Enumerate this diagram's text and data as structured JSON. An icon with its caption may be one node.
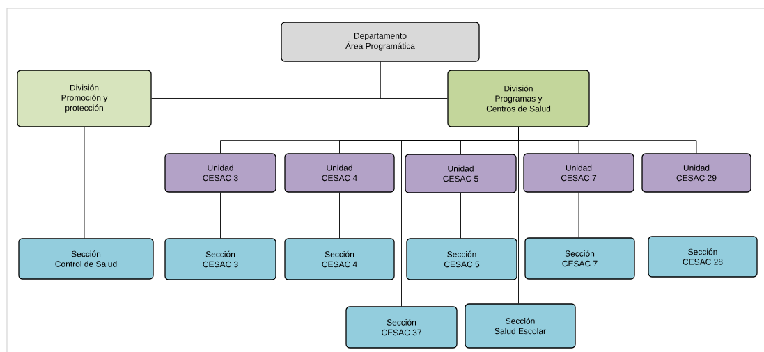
{
  "diagram": {
    "nodes": [
      {
        "text": [
          "Departamento",
          "Área Programática"
        ]
      },
      {
        "text": [
          "División",
          "Promoción y protección"
        ]
      },
      {
        "text": [
          "División",
          "Programas y Centros de Salud"
        ]
      },
      {
        "text": [
          "Unidad",
          "CESAC 3"
        ]
      },
      {
        "text": [
          "Unidad",
          "CESAC 4"
        ]
      },
      {
        "text": [
          "Unidad",
          "CESAC 5"
        ]
      },
      {
        "text": [
          "Unidad",
          "CESAC 7"
        ]
      },
      {
        "text": [
          "Unidad",
          "CESAC 29"
        ]
      },
      {
        "text": [
          "Sección",
          "Control de Salud"
        ]
      },
      {
        "text": [
          "Sección",
          "CESAC 3"
        ]
      },
      {
        "text": [
          "Sección",
          "CESAC 4"
        ]
      },
      {
        "text": [
          "Sección",
          "CESAC 5"
        ]
      },
      {
        "text": [
          "Sección",
          "CESAC 7"
        ]
      },
      {
        "text": [
          "Sección",
          "CESAC 28"
        ]
      },
      {
        "text": [
          "Sección",
          "CESAC 37"
        ]
      },
      {
        "text": [
          "Sección",
          "Salud Escolar"
        ]
      }
    ],
    "edges": [
      {
        "from": 0,
        "to": 1,
        "arrow": "none"
      },
      {
        "from": 0,
        "to": 2,
        "arrow": "none"
      },
      {
        "from": 1,
        "to": 8,
        "arrow": "none"
      },
      {
        "from": 2,
        "to": 3,
        "arrow": "none"
      },
      {
        "from": 2,
        "to": 4,
        "arrow": "none"
      },
      {
        "from": 2,
        "to": 14,
        "arrow": "none"
      },
      {
        "from": 2,
        "to": 5,
        "arrow": "none"
      },
      {
        "from": 2,
        "to": 15,
        "arrow": "none"
      },
      {
        "from": 2,
        "to": 6,
        "arrow": "none"
      },
      {
        "from": 2,
        "to": 7,
        "arrow": "none"
      },
      {
        "from": 3,
        "to": 9,
        "arrow": "none"
      },
      {
        "from": 4,
        "to": 10,
        "arrow": "none"
      },
      {
        "from": 5,
        "to": 11,
        "arrow": "none"
      },
      {
        "from": 6,
        "to": 12,
        "arrow": "none"
      }
    ]
  }
}
